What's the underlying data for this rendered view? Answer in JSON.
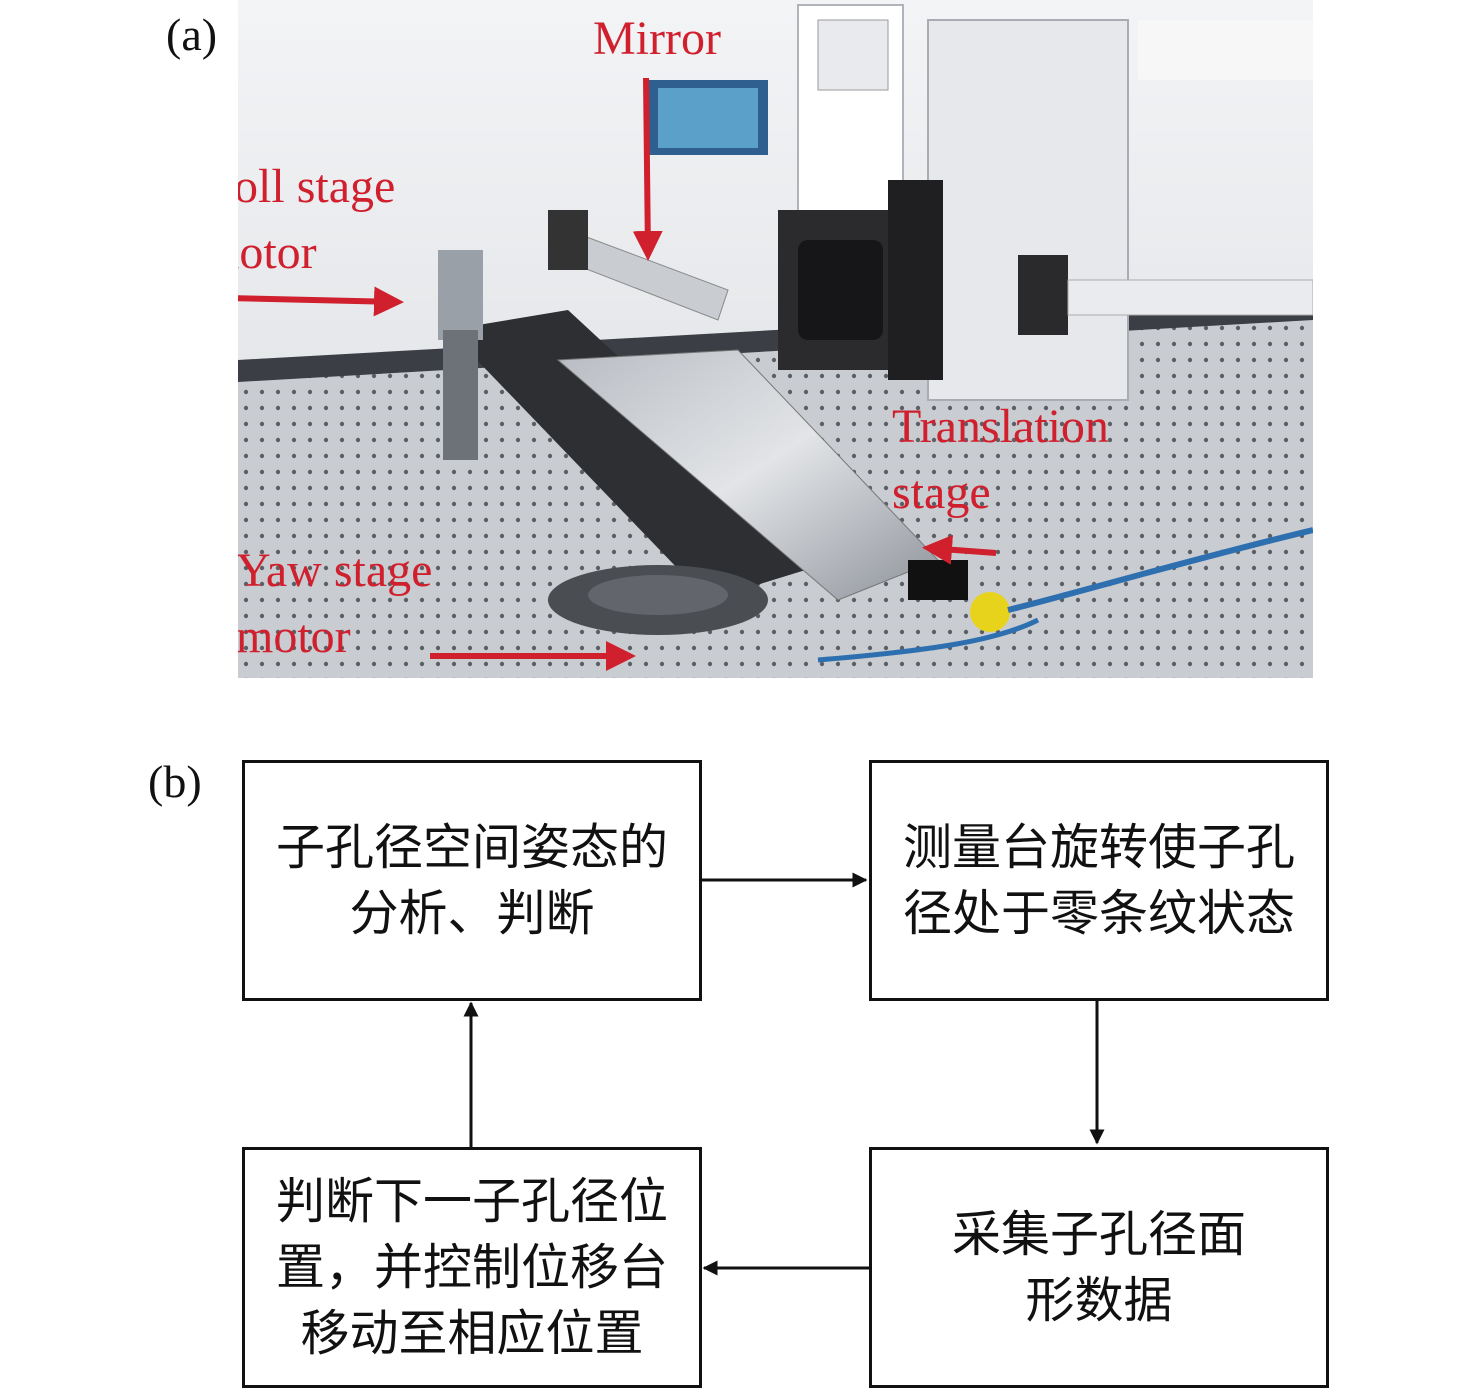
{
  "panel_a": {
    "label": "(a)",
    "annotations": {
      "mirror": "Mirror",
      "roll_motor": "Roll stage\nmotor",
      "translation_stage": "Translation\nstage",
      "yaw_motor": "Yaw stage\nmotor"
    },
    "colors": {
      "annotation": "#d0202e"
    }
  },
  "panel_b": {
    "label": "(b)",
    "boxes": {
      "analysis": "子孔径空间姿态的\n分析、判断",
      "rotate": "测量台旋转使子孔\n径处于零条纹状态",
      "collect": "采集子孔径面\n形数据",
      "next_position": "判断下一子孔径位\n置，并控制位移台\n移动至相应位置"
    }
  }
}
